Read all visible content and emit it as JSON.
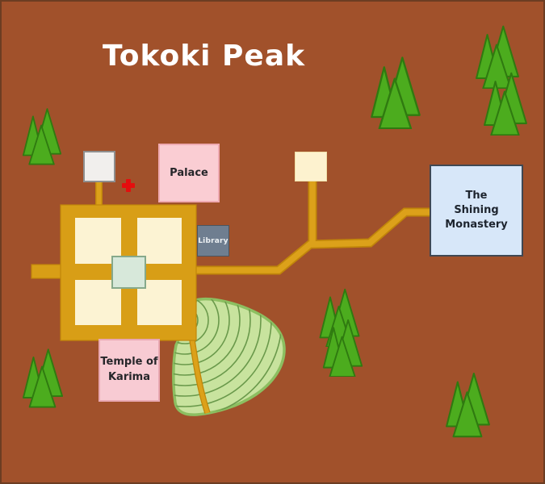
{
  "map": {
    "title": "Tokoki Peak",
    "locations": {
      "palace": {
        "label": "Palace"
      },
      "library": {
        "label": "Library"
      },
      "monastery": {
        "label": "The Shining Monastery"
      },
      "temple": {
        "label": "Temple of Karima"
      }
    },
    "marker": {
      "symbol": "+",
      "color": "#E40E0E"
    },
    "decorations": {
      "tree_clusters": 6,
      "terraced_fields": 1
    },
    "colors": {
      "background": "#A1512B",
      "road_fill": "#DCA11A",
      "road_edge": "#C1860A",
      "grid_gold": "#D89E16",
      "block_cream": "#FCF3D3",
      "plaza_mint": "#D7E8DA",
      "field_fill": "#C8E39E",
      "field_border": "#8CBF61",
      "field_contour": "#6A994B",
      "tree_fill": "#4CAC1E",
      "tree_stroke": "#2F7A10",
      "palace_pink": "#FACDD3",
      "temple_pink": "#F8CBD3",
      "monastery_blue": "#D7E7F9",
      "library_slate": "#6F7E90",
      "title_color": "#FFFFFF"
    }
  }
}
